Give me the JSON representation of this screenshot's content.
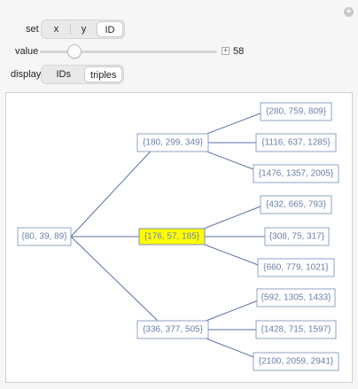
{
  "controls": {
    "set": {
      "label": "set",
      "options": [
        "x",
        "y",
        "ID"
      ],
      "selected": "ID"
    },
    "value": {
      "label": "value",
      "value": 58
    },
    "display": {
      "label": "display",
      "options": [
        "IDs",
        "triples"
      ],
      "selected": "triples"
    }
  },
  "tree": {
    "root": "{80, 39, 89}",
    "level1": [
      "{180, 299, 349}",
      "{176, 57, 185}",
      "{336, 377, 505}"
    ],
    "level2": [
      [
        "{280, 759, 809}",
        "{1116, 637, 1285}",
        "{1476, 1357, 2005}"
      ],
      [
        "{432, 665, 793}",
        "{308, 75, 317}",
        "{660, 779, 1021}"
      ],
      [
        "{592, 1305, 1433}",
        "{1428, 715, 1597}",
        "{2100, 2059, 2941}"
      ]
    ],
    "highlighted": "{176, 57, 185}",
    "highlight_color": "#ffff00"
  }
}
